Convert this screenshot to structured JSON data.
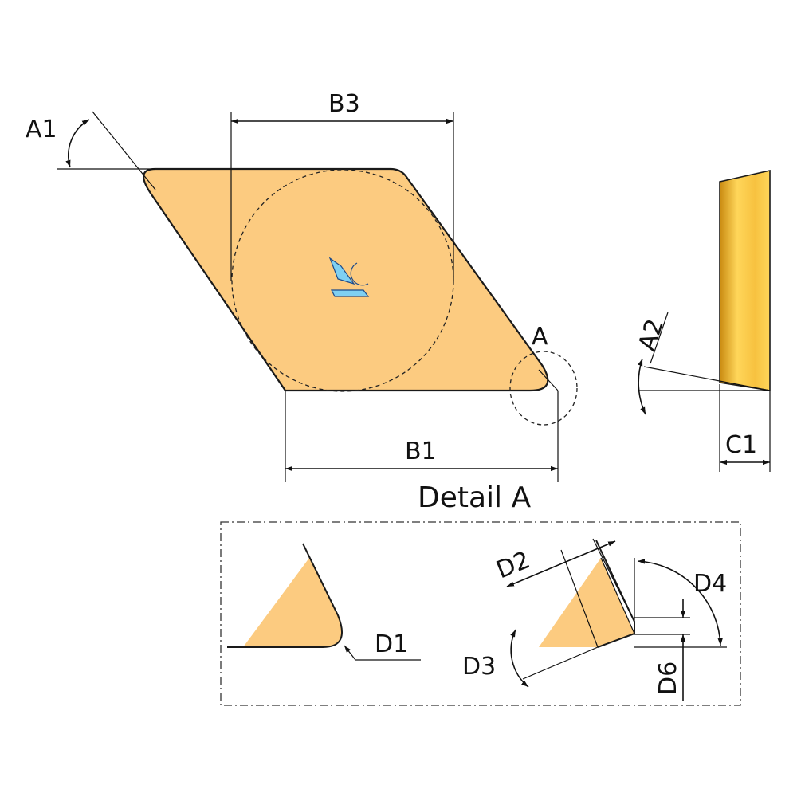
{
  "labels": {
    "a1": "A1",
    "b3": "B3",
    "a": "A",
    "b1": "B1",
    "a2": "A2",
    "c1": "C1",
    "detail_title": "Detail A",
    "d1": "D1",
    "d2": "D2",
    "d3": "D3",
    "d4": "D4",
    "d6": "D6"
  },
  "colors": {
    "insert_fill": "#FCCB80",
    "insert_outline": "#1A1A1A",
    "side_gold_dark": "#C98A10",
    "side_gold_light": "#FFD65A",
    "logo_blue": "#7FD0F2",
    "line": "#111111"
  },
  "icons": {
    "logo": "manufacturer-logo-icon"
  }
}
